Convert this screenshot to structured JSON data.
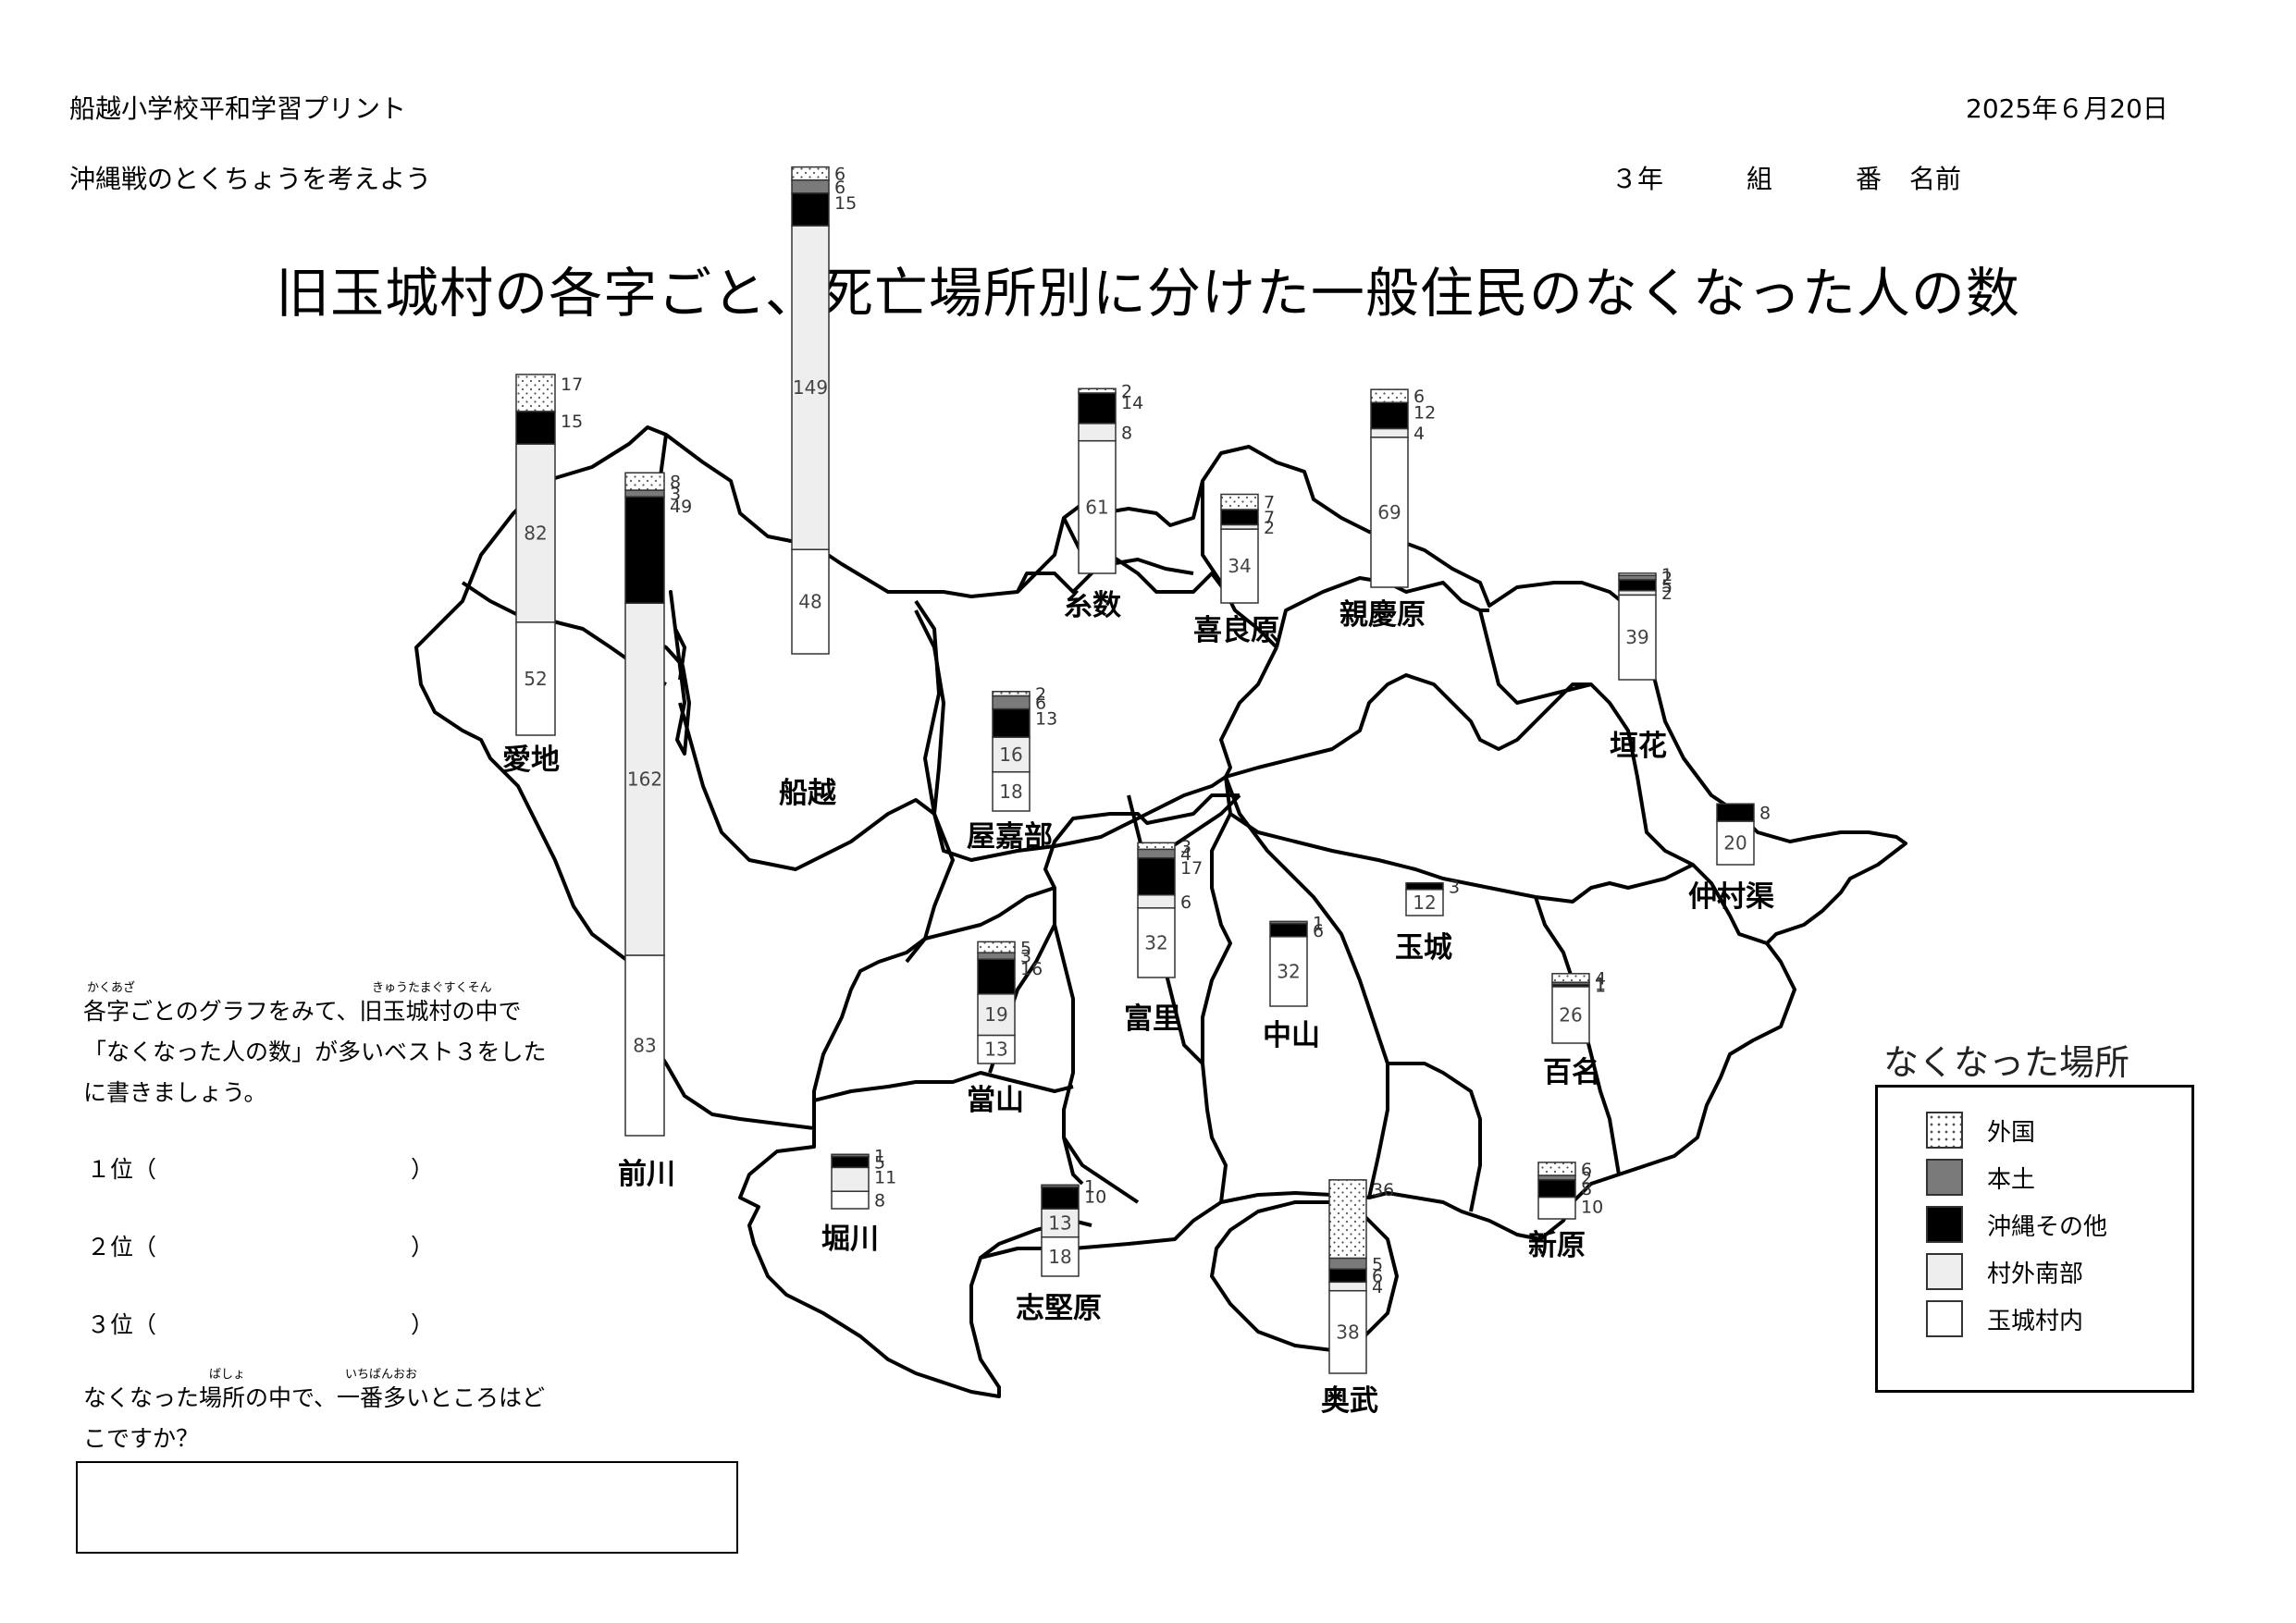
{
  "header": {
    "school_print": "船越小学校平和学習プリント",
    "date": "2025年６月20日",
    "theme": "沖縄戦のとくちょうを考えよう",
    "grade": "３年",
    "class": "組",
    "number": "番",
    "name_label": "名前"
  },
  "title": "旧玉城村の各字ごと、死亡場所別に分けた一般住民のなくなった人の数",
  "legend": {
    "title": "なくなった場所",
    "items": [
      {
        "label": "外国",
        "pattern": "dots"
      },
      {
        "label": "本土",
        "color": "#7a7a7a"
      },
      {
        "label": "沖縄その他",
        "color": "#000000"
      },
      {
        "label": "村外南部",
        "color": "#eeeeee"
      },
      {
        "label": "玉城村内",
        "color": "#ffffff"
      }
    ]
  },
  "chart_data": {
    "type": "bar",
    "stacked": true,
    "categories": [
      "愛地",
      "前川",
      "船越",
      "糸数",
      "喜良原",
      "親慶原",
      "垣花",
      "屋嘉部",
      "仲村渠",
      "玉城",
      "富里",
      "當山",
      "中山",
      "百名",
      "新原",
      "堀川",
      "志堅原",
      "奥武"
    ],
    "series": [
      {
        "name": "外国",
        "values": [
          17,
          8,
          6,
          2,
          7,
          6,
          1,
          2,
          0,
          0,
          3,
          5,
          0,
          4,
          6,
          0,
          0,
          36
        ]
      },
      {
        "name": "本土",
        "values": [
          0,
          3,
          6,
          0,
          0,
          0,
          2,
          6,
          0,
          0,
          4,
          3,
          1,
          1,
          2,
          1,
          1,
          5
        ]
      },
      {
        "name": "沖縄その他",
        "values": [
          15,
          49,
          15,
          14,
          7,
          12,
          5,
          13,
          8,
          3,
          17,
          16,
          6,
          1,
          8,
          5,
          10,
          6
        ]
      },
      {
        "name": "村外南部",
        "values": [
          82,
          162,
          149,
          8,
          2,
          4,
          2,
          16,
          0,
          0,
          6,
          19,
          0,
          0,
          0,
          11,
          13,
          4
        ]
      },
      {
        "name": "玉城村内",
        "values": [
          52,
          83,
          48,
          61,
          34,
          69,
          39,
          18,
          20,
          12,
          32,
          13,
          32,
          26,
          10,
          8,
          18,
          38
        ]
      }
    ],
    "labels": [
      [
        "17",
        "",
        "15",
        "82",
        "52"
      ],
      [
        "8",
        "3",
        "49",
        "162",
        "83"
      ],
      [
        "6",
        "6",
        "15",
        "149",
        "48"
      ],
      [
        "2",
        "",
        "14",
        "8",
        "61"
      ],
      [
        "7",
        "",
        "7",
        "2",
        "34"
      ],
      [
        "6",
        "",
        "12",
        "4",
        "69"
      ],
      [
        "1",
        "2",
        "5",
        "2",
        "39"
      ],
      [
        "2",
        "6",
        "13",
        "16",
        "18"
      ],
      [
        "",
        "",
        "8",
        "",
        "20"
      ],
      [
        "",
        "",
        "3",
        "",
        "12"
      ],
      [
        "3",
        "4",
        "17",
        "6",
        "32"
      ],
      [
        "5",
        "3",
        "16",
        "19",
        "13"
      ],
      [
        "",
        "1",
        "6",
        "",
        "32"
      ],
      [
        "4",
        "1",
        "1",
        "",
        "26"
      ],
      [
        "6",
        "2",
        "8",
        "",
        "10"
      ],
      [
        "",
        "1",
        "5",
        "11",
        "8"
      ],
      [
        "",
        "1",
        "10",
        "13",
        "18"
      ],
      [
        "36",
        "5",
        "6",
        "4",
        "38"
      ]
    ]
  },
  "questions": {
    "q1_ruby_1": "かくあざ",
    "q1_ruby_2": "きゅうたまぐすくそん",
    "q1_line1": "各字ごとのグラフをみて、旧玉城村の中で",
    "q1_line2": "「なくなった人の数」が多いベスト３をした",
    "q1_line3": "に書きましょう。",
    "rank1": "１位（",
    "rank2": "２位（",
    "rank3": "３位（",
    "close_paren": "）",
    "q2_ruby_1": "ばしょ",
    "q2_ruby_2": "いちばんおお",
    "q2_line1": "なくなった場所の中で、一番多いところはど",
    "q2_line2": "こですか？"
  }
}
